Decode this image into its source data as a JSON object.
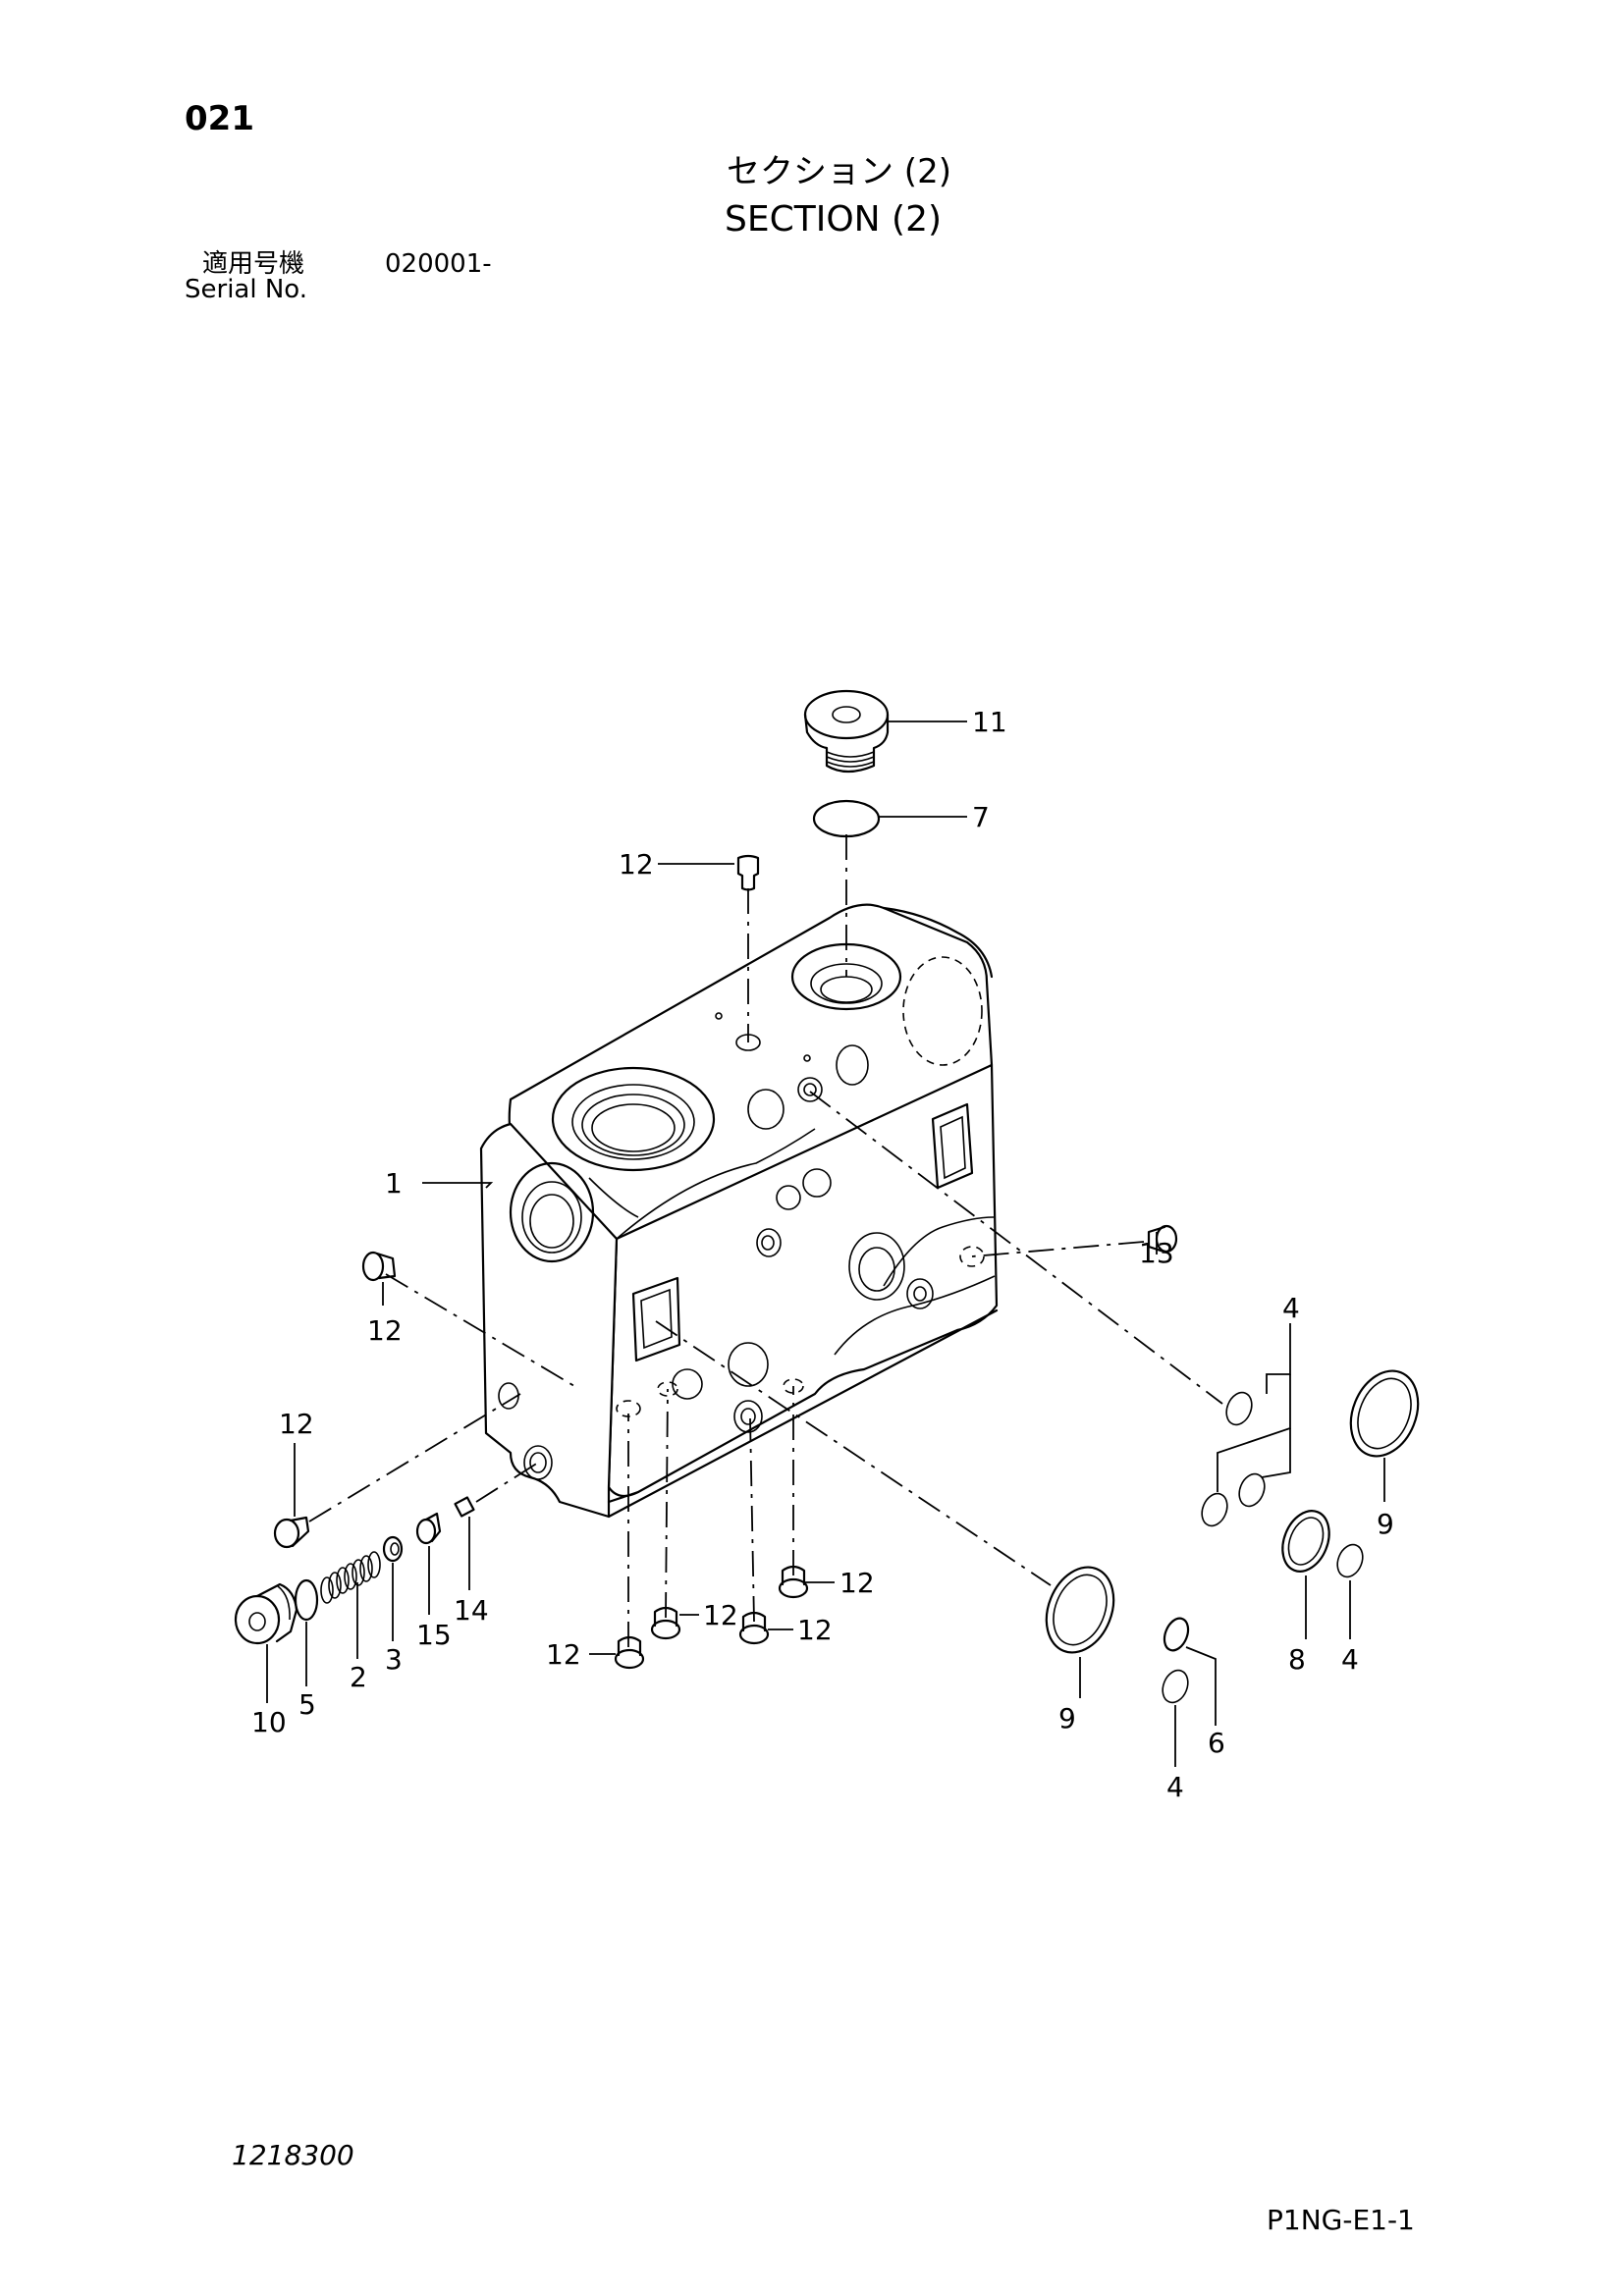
{
  "header": {
    "page_number": "021",
    "title_jp": "セクション (2)",
    "title_en": "SECTION (2)",
    "serial_label_jp": "適用号機",
    "serial_value": "020001-",
    "serial_label_en": "Serial No."
  },
  "footer": {
    "doc_number": "1218300",
    "page_ref": "P1NG-E1-1"
  },
  "callouts": {
    "c1": "1",
    "c2": "2",
    "c3": "3",
    "c4a": "4",
    "c4b": "4",
    "c4c": "4",
    "c5": "5",
    "c6": "6",
    "c7": "7",
    "c8": "8",
    "c9a": "9",
    "c9b": "9",
    "c10": "10",
    "c11": "11",
    "c12a": "12",
    "c12b": "12",
    "c12c": "12",
    "c12d": "12",
    "c12e": "12",
    "c12f": "12",
    "c12g": "12",
    "c13": "13",
    "c14": "14",
    "c15": "15"
  }
}
